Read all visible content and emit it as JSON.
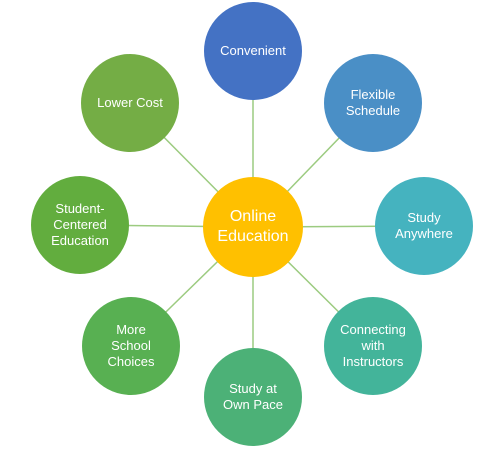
{
  "diagram": {
    "center": {
      "label": "Online\nEducation",
      "color": "#ffc000"
    },
    "nodes": [
      {
        "id": "convenient",
        "label": "Convenient",
        "color": "#4472c4"
      },
      {
        "id": "flexible-schedule",
        "label": "Flexible\nSchedule",
        "color": "#4a8fc6"
      },
      {
        "id": "study-anywhere",
        "label": "Study\nAnywhere",
        "color": "#45b3bf"
      },
      {
        "id": "connecting-with-instructors",
        "label": "Connecting\nwith\nInstructors",
        "color": "#43b49a"
      },
      {
        "id": "study-at-own-pace",
        "label": "Study at\nOwn Pace",
        "color": "#4cb177"
      },
      {
        "id": "more-school-choices",
        "label": "More\nSchool\nChoices",
        "color": "#58b052"
      },
      {
        "id": "student-centered-education",
        "label": "Student-\nCentered\nEducation",
        "color": "#62ad3e"
      },
      {
        "id": "lower-cost",
        "label": "Lower Cost",
        "color": "#74ad45"
      }
    ],
    "connector_color": "#9ccb80"
  }
}
